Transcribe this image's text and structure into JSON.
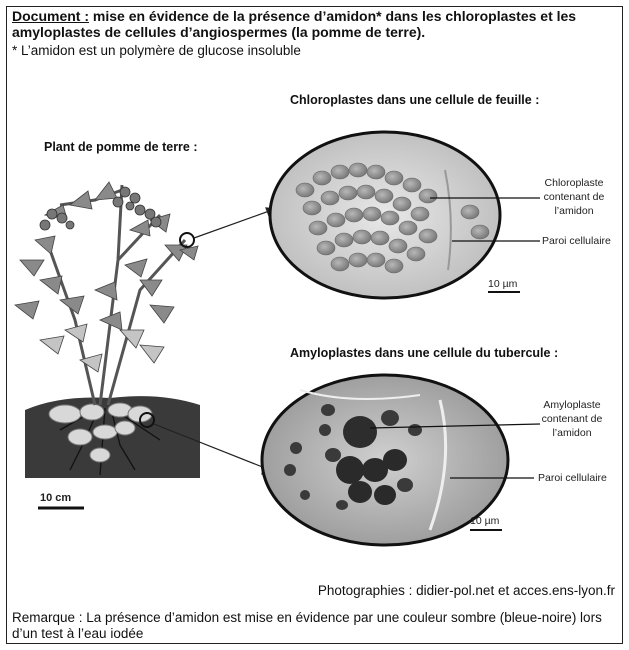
{
  "header": {
    "label": "Document :",
    "title": " mise en évidence de la présence d’amidon* dans les chloroplastes et les amyloplastes de cellules d’angiospermes (la pomme de terre).",
    "note": "* L’amidon est un polymère de glucose insoluble"
  },
  "plant": {
    "title": "Plant de pomme de terre :",
    "scale": "10 cm"
  },
  "leaf_cell": {
    "title": "Chloroplastes dans une cellule de feuille :",
    "label_chloroplast": [
      "Chloroplaste",
      "contenant de",
      "l’amidon"
    ],
    "label_wall": "Paroi cellulaire",
    "scale": "10 µm"
  },
  "tuber_cell": {
    "title": "Amyloplastes dans une cellule du tubercule :",
    "label_amyloplast": [
      "Amyloplaste",
      "contenant de",
      "l’amidon"
    ],
    "label_wall": "Paroi cellulaire",
    "scale": "10 µm"
  },
  "footer": {
    "credit": "Photographies : didier-pol.net et acces.ens-lyon.fr",
    "remark": "Remarque : La présence d’amidon est mise en évidence par une couleur sombre (bleue-noire) lors d’un test à l’eau iodée"
  },
  "colors": {
    "leaf": "#8a8a8a",
    "soil": "#3a3a3a",
    "tuber": "#d8d8d8",
    "cell_bg": "#d9d9d9"
  }
}
